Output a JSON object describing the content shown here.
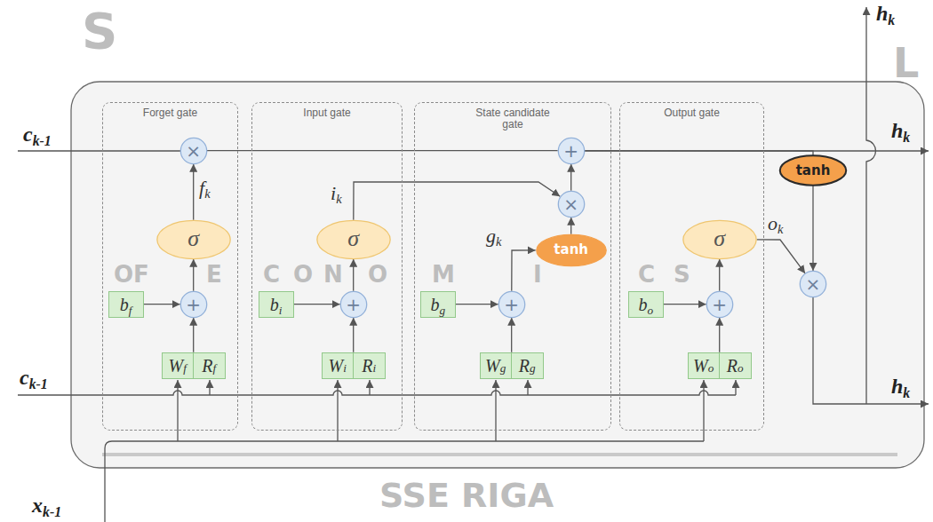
{
  "diagram": {
    "nodes": [
      {
        "text": [
          "Forget gate"
        ]
      },
      {
        "text": [
          "×"
        ],
        "in": 0
      },
      {
        "text": [
          "σ"
        ],
        "in": 0
      },
      {
        "text": [
          "bf"
        ],
        "in": 0
      },
      {
        "text": [
          "+"
        ],
        "in": 0
      },
      {
        "text": [
          "Wf",
          "Rf"
        ],
        "in": 0
      },
      {
        "text": [
          "Input gate"
        ]
      },
      {
        "text": [
          "σ"
        ],
        "in": 6
      },
      {
        "text": [
          "bi"
        ],
        "in": 6
      },
      {
        "text": [
          "+"
        ],
        "in": 6
      },
      {
        "text": [
          "Wi",
          "Ri"
        ],
        "in": 6
      },
      {
        "text": [
          "State candidate gate"
        ]
      },
      {
        "text": [
          "+"
        ],
        "in": 11
      },
      {
        "text": [
          "×"
        ],
        "in": 11
      },
      {
        "text": [
          "tanh"
        ],
        "in": 11
      },
      {
        "text": [
          "bg"
        ],
        "in": 11
      },
      {
        "text": [
          "+"
        ],
        "in": 11
      },
      {
        "text": [
          "Wg",
          "Rg"
        ],
        "in": 11
      },
      {
        "text": [
          "Output gate"
        ]
      },
      {
        "text": [
          "σ"
        ],
        "in": 18
      },
      {
        "text": [
          "bo"
        ],
        "in": 18
      },
      {
        "text": [
          "+"
        ],
        "in": 18
      },
      {
        "text": [
          "Wo",
          "Ro"
        ],
        "in": 18
      },
      {
        "text": [
          "tanh"
        ]
      },
      {
        "text": [
          "×"
        ]
      }
    ],
    "edges": [
      {
        "from": 3,
        "to": 4,
        "arrow": "to"
      },
      {
        "from": 5,
        "to": 4,
        "arrow": "to"
      },
      {
        "from": 4,
        "to": 2,
        "arrow": "to"
      },
      {
        "from": 2,
        "to": 1,
        "arrow": "to",
        "label": "fk"
      },
      {
        "from": 1,
        "to": 12,
        "arrow": "none"
      },
      {
        "from": 8,
        "to": 9,
        "arrow": "to"
      },
      {
        "from": 10,
        "to": 9,
        "arrow": "to"
      },
      {
        "from": 9,
        "to": 7,
        "arrow": "to"
      },
      {
        "from": 7,
        "to": 13,
        "arrow": "to",
        "label": "ik"
      },
      {
        "from": 15,
        "to": 16,
        "arrow": "to"
      },
      {
        "from": 17,
        "to": 16,
        "arrow": "to"
      },
      {
        "from": 16,
        "to": 14,
        "arrow": "to",
        "label": "gk"
      },
      {
        "from": 14,
        "to": 13,
        "arrow": "to"
      },
      {
        "from": 13,
        "to": 12,
        "arrow": "to"
      },
      {
        "from": 12,
        "to": 23,
        "arrow": "none"
      },
      {
        "from": 20,
        "to": 21,
        "arrow": "to"
      },
      {
        "from": 22,
        "to": 21,
        "arrow": "to"
      },
      {
        "from": 21,
        "to": 19,
        "arrow": "to"
      },
      {
        "from": 19,
        "to": 24,
        "arrow": "to",
        "label": "ok"
      },
      {
        "from": 23,
        "to": 24,
        "arrow": "to"
      }
    ],
    "labels": [
      "ck-1",
      "ck-1",
      "xk-1",
      "hk",
      "hk",
      "hk",
      "S",
      "OF",
      "ECONOMICS",
      "L",
      "SSE RIGA"
    ]
  }
}
